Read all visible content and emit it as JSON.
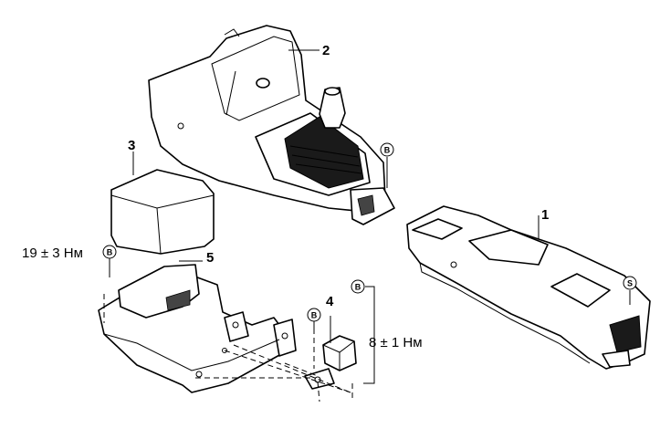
{
  "callouts": {
    "p1": "1",
    "p2": "2",
    "p3": "3",
    "p4": "4",
    "p5": "5"
  },
  "markers": {
    "b_top": "B",
    "b_torque19": "B",
    "b_bracket": "B",
    "b_torque8": "B",
    "s_console": "S"
  },
  "torques": {
    "t19": "19 ± 3 Нм",
    "t8": "8 ± 1 Нм"
  }
}
